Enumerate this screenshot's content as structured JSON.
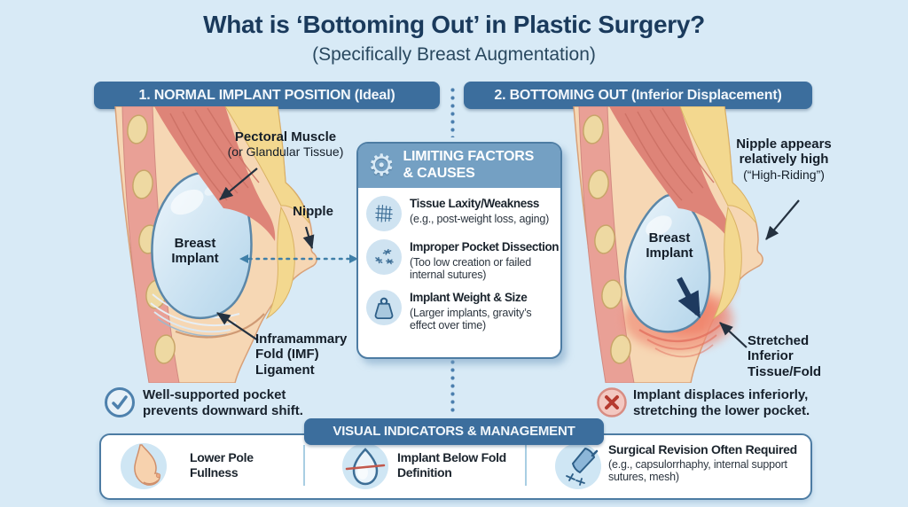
{
  "page": {
    "title": "What is ‘Bottoming Out’ in Plastic Surgery?",
    "subtitle": "(Specifically Breast Augmentation)"
  },
  "left": {
    "header": "1. NORMAL IMPLANT POSITION (Ideal)",
    "labels": {
      "pectoral_bold": "Pectoral Muscle",
      "pectoral_sub": "(or Glandular Tissue)",
      "nipple": "Nipple",
      "implant": "Breast Implant",
      "imf": "Inframammary Fold (IMF) Ligament"
    },
    "note": "Well-supported pocket prevents downward shift.",
    "note_icon": "check-icon"
  },
  "right": {
    "header": "2. BOTTOMING OUT (Inferior Displacement)",
    "labels": {
      "nipple_bold": "Nipple appears relatively high",
      "nipple_sub": "(“High-Riding”)",
      "implant": "Breast Implant",
      "stretched": "Stretched Inferior Tissue/Fold"
    },
    "note": "Implant displaces inferiorly, stretching the lower pocket.",
    "note_icon": "cross-icon"
  },
  "center": {
    "header_icon": "gear-icon",
    "header_line1": "LIMITING FACTORS",
    "header_line2": "& CAUSES",
    "items": [
      {
        "icon": "mesh-icon",
        "title": "Tissue Laxity/Weakness",
        "subtitle": "(e.g., post-weight loss, aging)"
      },
      {
        "icon": "sutures-icon",
        "title": "Improper Pocket Dissection",
        "subtitle": "(Too low creation or failed internal sutures)"
      },
      {
        "icon": "weight-icon",
        "title": "Implant Weight & Size",
        "subtitle": "(Larger implants, gravity’s effect over time)"
      }
    ]
  },
  "bottom": {
    "header": "VISUAL INDICATORS & MANAGEMENT",
    "items": [
      {
        "icon": "breast-profile-icon",
        "title": "Lower Pole Fullness",
        "subtitle": ""
      },
      {
        "icon": "implant-below-fold-icon",
        "title": "Implant Below Fold Definition",
        "subtitle": ""
      },
      {
        "icon": "scalpel-icon",
        "title": "Surgical Revision Often Required",
        "subtitle": "(e.g., capsulorrhaphy, internal support sutures, mesh)"
      }
    ]
  },
  "colors": {
    "background": "#d8eaf6",
    "accent_blue": "#3c6e9d",
    "box_header_blue": "#74a0c3",
    "box_border": "#4d7ca3",
    "skin": "#f6d7b4",
    "muscle": "#de8478",
    "fat": "#f3d88f",
    "implant": "#cfe4f2",
    "alert_red": "#b63a2f",
    "check_blue": "#4e81ad"
  }
}
